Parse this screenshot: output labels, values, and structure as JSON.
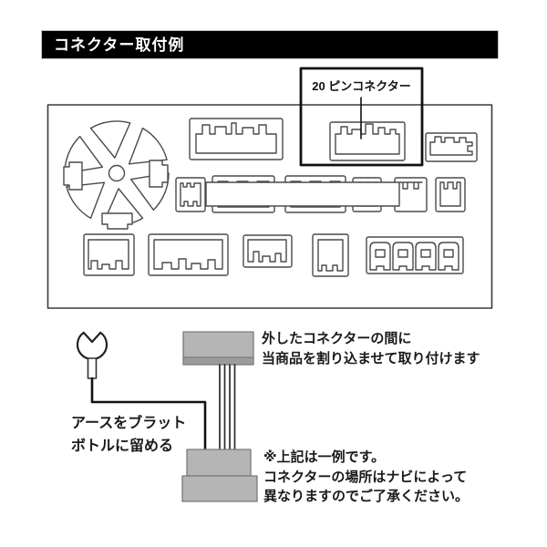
{
  "header": {
    "title": "コネクター取付例"
  },
  "callout": {
    "label": "20 ピンコネクター"
  },
  "notes": {
    "install": {
      "line1": "外したコネクターの間に",
      "line2": "当商品を割り込ませて取り付けます"
    },
    "earth": {
      "line1": "アースをブラット",
      "line2": "ボトルに留める"
    },
    "disclaimer": {
      "line1": "※上記は一例です。",
      "line2": "コネクターの場所はナビによって",
      "line3": "異なりますのでご了承ください。"
    }
  },
  "colors": {
    "header_bg": "#000000",
    "header_text": "#ffffff",
    "line_art": "#4a4a4a",
    "highlight_box": "#111111",
    "harness_block_fill": "#b5b5b5",
    "harness_block_border": "#7a7a7a",
    "wire": "#111111"
  }
}
